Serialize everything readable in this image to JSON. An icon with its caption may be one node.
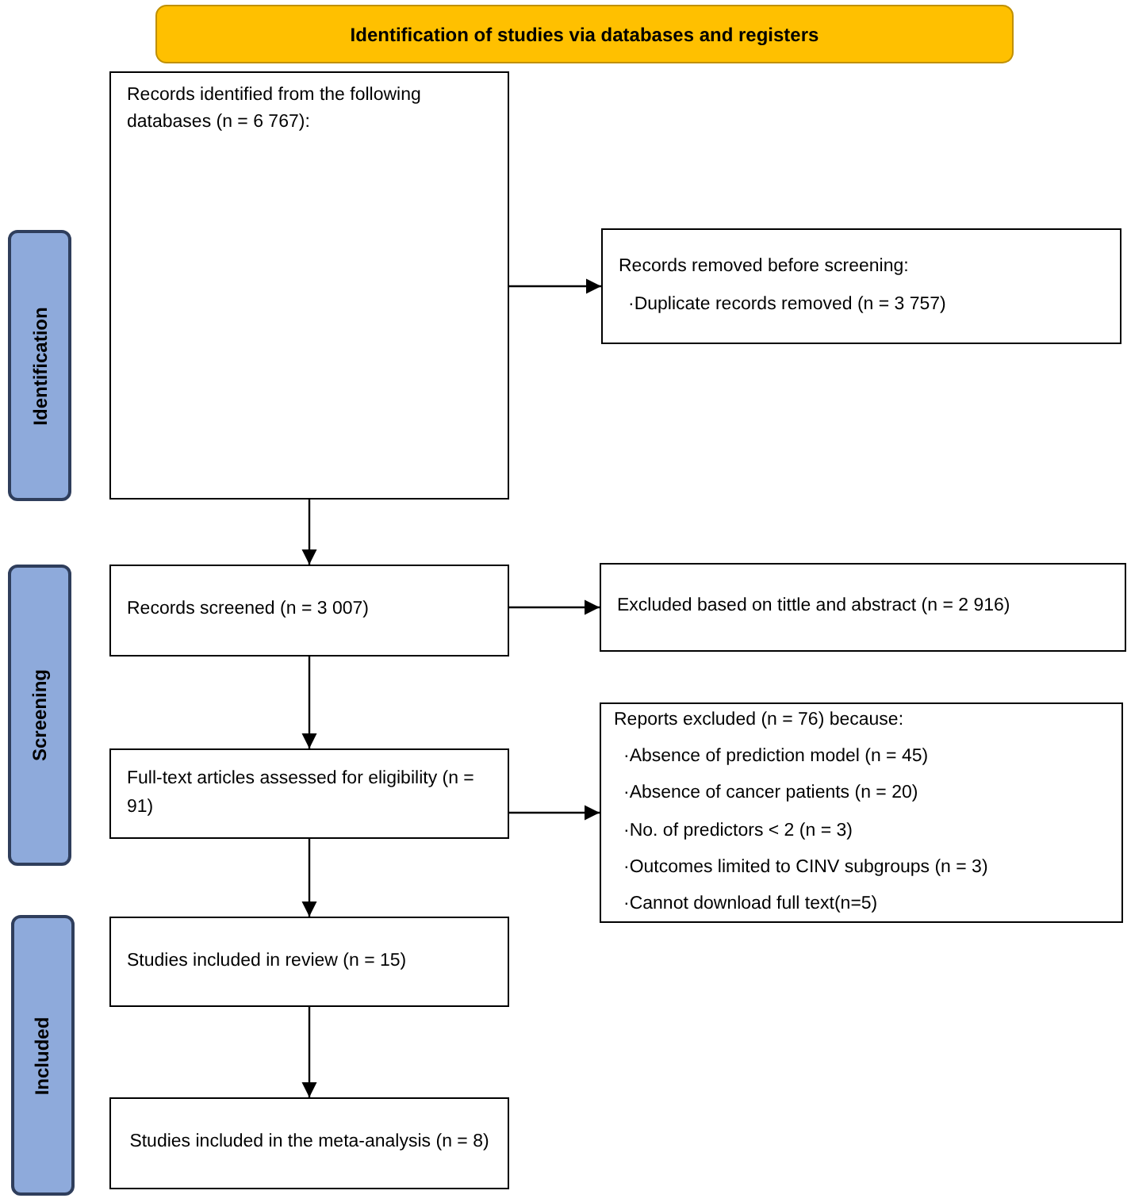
{
  "diagram": {
    "nodes": [
      {
        "text": [
          "Identification of studies via databases and registers"
        ]
      },
      {
        "text": [
          "Identification"
        ]
      },
      {
        "text": [
          "Screening"
        ]
      },
      {
        "text": [
          "Included"
        ]
      },
      {
        "text": [
          "Records identified from the following databases (n = 6 767):"
        ]
      },
      {
        "text": [
          "Records removed before screening:",
          "·Duplicate records removed (n = 3 757)"
        ]
      },
      {
        "text": [
          "Records screened (n = 3 007)"
        ]
      },
      {
        "text": [
          "Excluded based on tittle and abstract (n = 2 916)"
        ]
      },
      {
        "text": [
          "Full-text articles assessed for eligibility (n = 91)"
        ]
      },
      {
        "text": [
          "Reports excluded (n = 76) because:",
          "·Absence of prediction model (n = 45)",
          "·Absence of cancer patients (n = 20)",
          "·No. of predictors < 2 (n = 3)",
          "·Outcomes limited to CINV subgroups (n = 3)",
          "·Cannot download full text(n=5)"
        ]
      },
      {
        "text": [
          "Studies included in review (n = 15)"
        ]
      },
      {
        "text": [
          "Studies included in the meta-analysis (n = 8)"
        ]
      }
    ],
    "edges": [
      {
        "from": 4,
        "to": 5,
        "arrow": "to"
      },
      {
        "from": 4,
        "to": 6,
        "arrow": "to"
      },
      {
        "from": 6,
        "to": 7,
        "arrow": "to"
      },
      {
        "from": 6,
        "to": 8,
        "arrow": "to"
      },
      {
        "from": 8,
        "to": 9,
        "arrow": "to"
      },
      {
        "from": 8,
        "to": 10,
        "arrow": "to"
      },
      {
        "from": 10,
        "to": 11,
        "arrow": "to"
      }
    ]
  }
}
